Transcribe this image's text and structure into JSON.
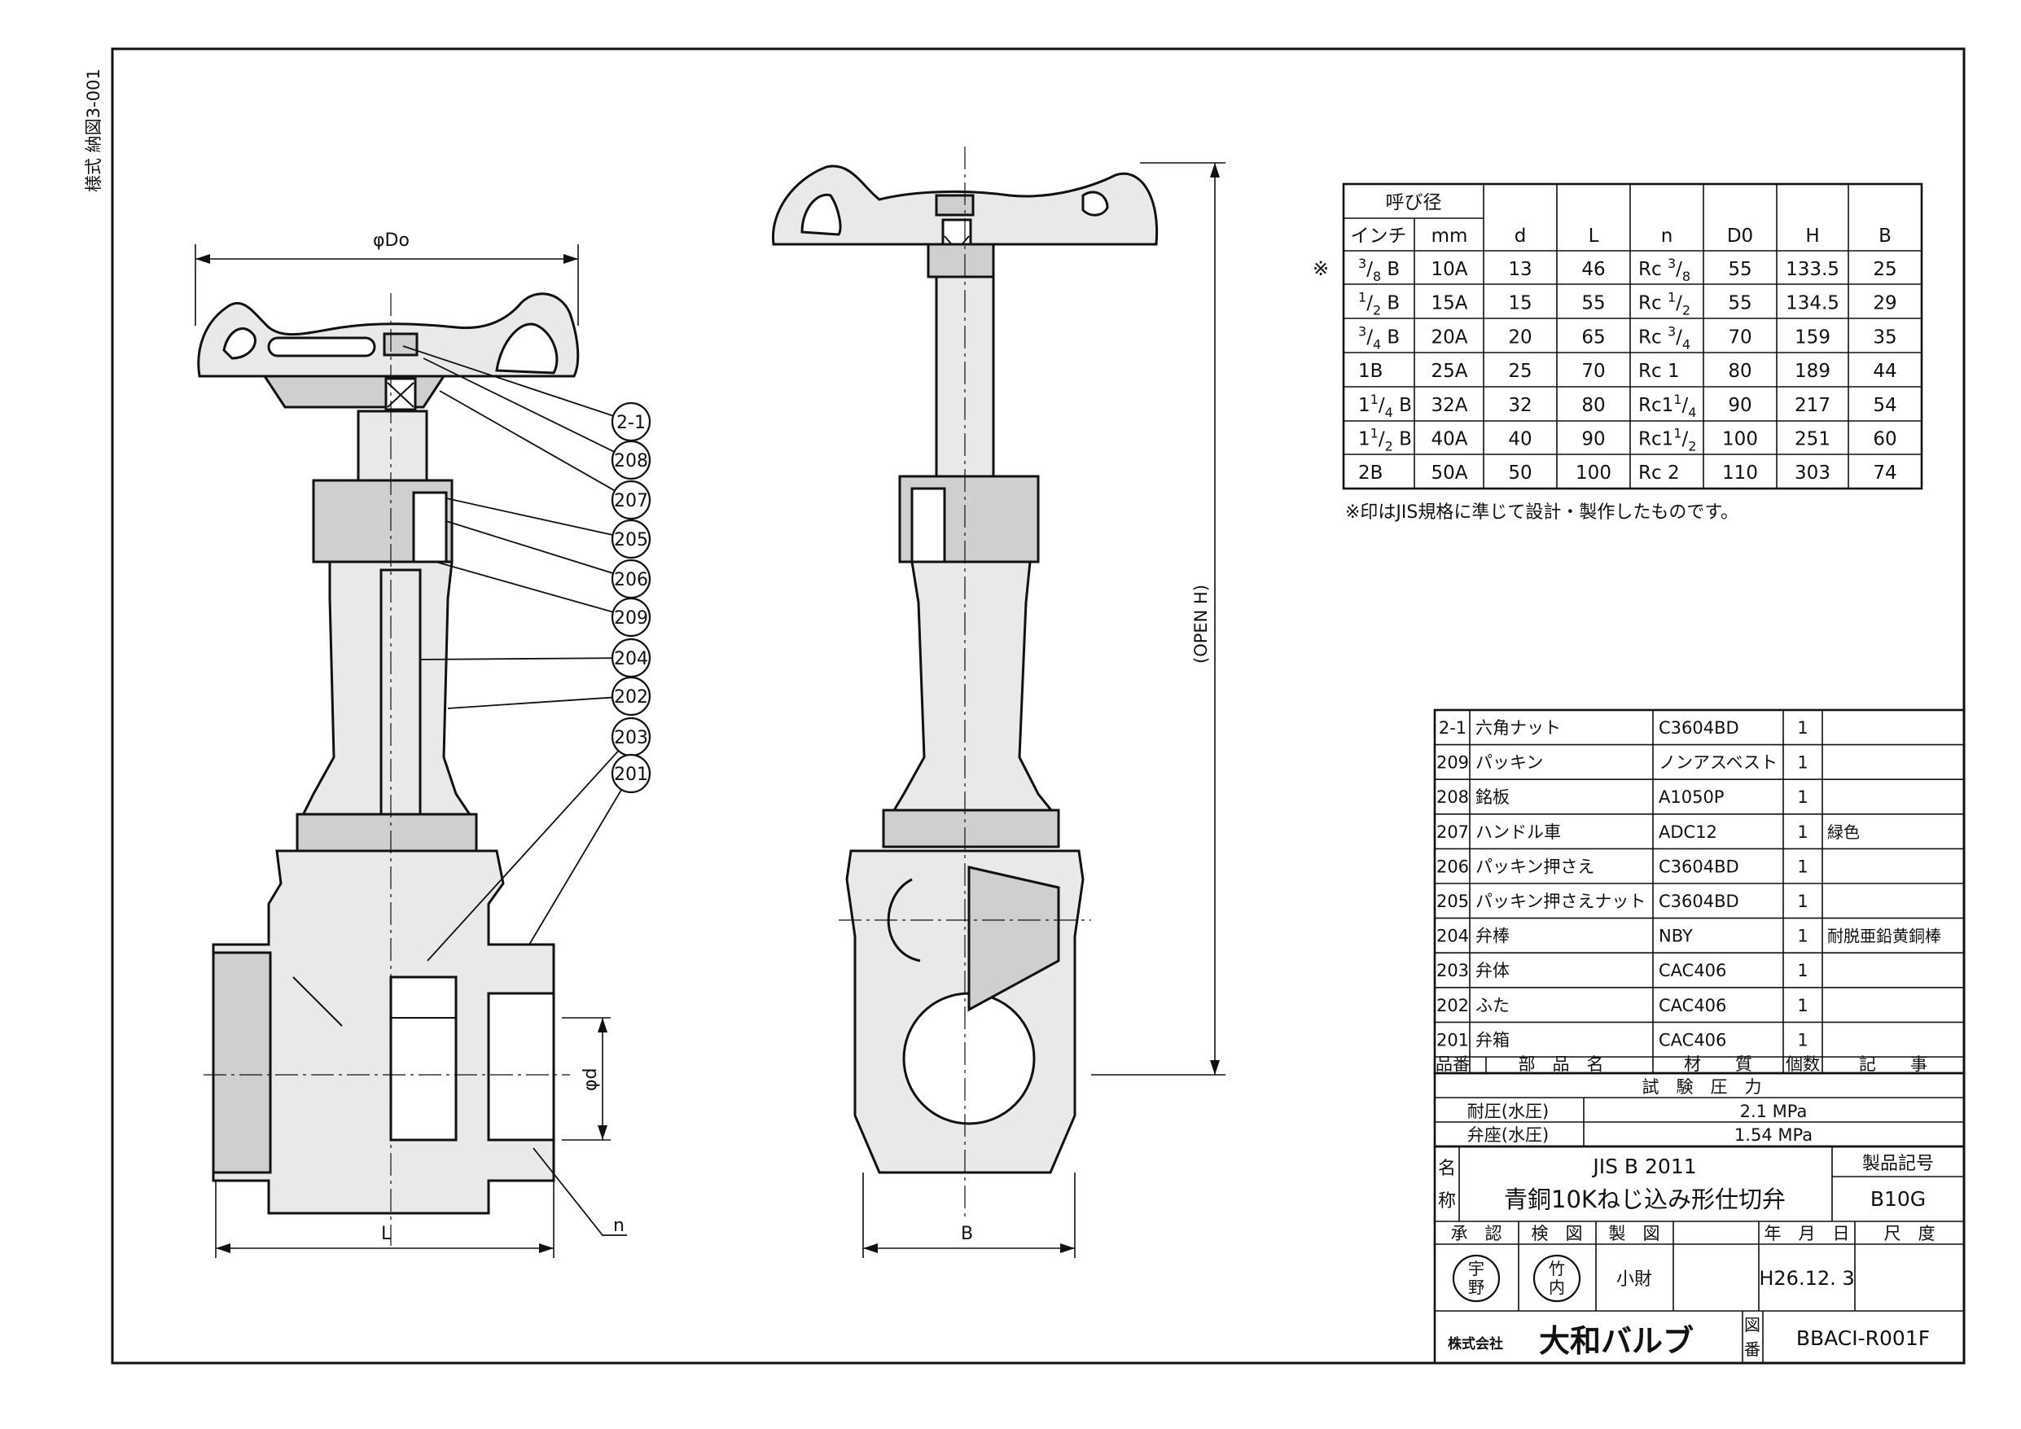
{
  "side_label": "様式 納図3-001",
  "front_view": {
    "dim_do": "φDo",
    "dim_d": "φd",
    "dim_l": "L",
    "dim_n": "n",
    "balloons": [
      "2-1",
      "208",
      "207",
      "205",
      "206",
      "209",
      "204",
      "202",
      "203",
      "201"
    ]
  },
  "side_view": {
    "dim_b": "B",
    "dim_open_h": "(OPEN H)"
  },
  "dimension_table": {
    "group_header": "呼び径",
    "sub_headers": [
      "インチ",
      "mm"
    ],
    "headers": [
      "d",
      "L",
      "n",
      "D0",
      "H",
      "B"
    ],
    "mark": "※",
    "rows": [
      {
        "inch_whole": "",
        "inch_num": "3",
        "inch_den": "8",
        "inch_suffix": " B",
        "mm": "10A",
        "d": "13",
        "L": "46",
        "n_prefix": "Rc ",
        "n_whole": "",
        "n_num": "3",
        "n_den": "8",
        "D0": "55",
        "H": "133.5",
        "B": "25",
        "mark": true
      },
      {
        "inch_whole": "",
        "inch_num": "1",
        "inch_den": "2",
        "inch_suffix": " B",
        "mm": "15A",
        "d": "15",
        "L": "55",
        "n_prefix": "Rc ",
        "n_whole": "",
        "n_num": "1",
        "n_den": "2",
        "D0": "55",
        "H": "134.5",
        "B": "29",
        "mark": false
      },
      {
        "inch_whole": "",
        "inch_num": "3",
        "inch_den": "4",
        "inch_suffix": " B",
        "mm": "20A",
        "d": "20",
        "L": "65",
        "n_prefix": "Rc ",
        "n_whole": "",
        "n_num": "3",
        "n_den": "4",
        "D0": "70",
        "H": "159",
        "B": "35",
        "mark": false
      },
      {
        "inch_whole": "1B",
        "inch_num": "",
        "inch_den": "",
        "inch_suffix": "",
        "mm": "25A",
        "d": "25",
        "L": "70",
        "n_prefix": "Rc 1",
        "n_whole": "",
        "n_num": "",
        "n_den": "",
        "D0": "80",
        "H": "189",
        "B": "44",
        "mark": false
      },
      {
        "inch_whole": "1",
        "inch_num": "1",
        "inch_den": "4",
        "inch_suffix": " B",
        "mm": "32A",
        "d": "32",
        "L": "80",
        "n_prefix": "Rc",
        "n_whole": "1",
        "n_num": "1",
        "n_den": "4",
        "D0": "90",
        "H": "217",
        "B": "54",
        "mark": false
      },
      {
        "inch_whole": "1",
        "inch_num": "1",
        "inch_den": "2",
        "inch_suffix": " B",
        "mm": "40A",
        "d": "40",
        "L": "90",
        "n_prefix": "Rc",
        "n_whole": "1",
        "n_num": "1",
        "n_den": "2",
        "D0": "100",
        "H": "251",
        "B": "60",
        "mark": false
      },
      {
        "inch_whole": "2B",
        "inch_num": "",
        "inch_den": "",
        "inch_suffix": "",
        "mm": "50A",
        "d": "50",
        "L": "100",
        "n_prefix": "Rc 2",
        "n_whole": "",
        "n_num": "",
        "n_den": "",
        "D0": "110",
        "H": "303",
        "B": "74",
        "mark": false
      }
    ],
    "note": "※印はJIS規格に準じて設計・製作したものです。"
  },
  "parts_list": {
    "headers": [
      "品番",
      "部　品　名",
      "材　　質",
      "個数",
      "記　　事"
    ],
    "rows": [
      {
        "no": "2-1",
        "name": "六角ナット",
        "material": "C3604BD",
        "qty": "1",
        "note": ""
      },
      {
        "no": "209",
        "name": "パッキン",
        "material": "ノンアスベスト",
        "qty": "1",
        "note": ""
      },
      {
        "no": "208",
        "name": "銘板",
        "material": "A1050P",
        "qty": "1",
        "note": ""
      },
      {
        "no": "207",
        "name": "ハンドル車",
        "material": "ADC12",
        "qty": "1",
        "note": "緑色"
      },
      {
        "no": "206",
        "name": "パッキン押さえ",
        "material": "C3604BD",
        "qty": "1",
        "note": ""
      },
      {
        "no": "205",
        "name": "パッキン押さえナット",
        "material": "C3604BD",
        "qty": "1",
        "note": ""
      },
      {
        "no": "204",
        "name": "弁棒",
        "material": "NBY",
        "qty": "1",
        "note": "耐脱亜鉛黄銅棒"
      },
      {
        "no": "203",
        "name": "弁体",
        "material": "CAC406",
        "qty": "1",
        "note": ""
      },
      {
        "no": "202",
        "name": "ふた",
        "material": "CAC406",
        "qty": "1",
        "note": ""
      },
      {
        "no": "201",
        "name": "弁箱",
        "material": "CAC406",
        "qty": "1",
        "note": ""
      }
    ]
  },
  "test_pressure": {
    "title": "試　験　圧　力",
    "rows": [
      {
        "label": "耐圧(水圧)",
        "value": "2.1 MPa"
      },
      {
        "label": "弁座(水圧)",
        "value": "1.54 MPa"
      }
    ]
  },
  "title_block": {
    "name_label_1": "名",
    "name_label_2": "称",
    "standard": "JIS B 2011",
    "product_name": "青銅10Kねじ込み形仕切弁",
    "product_code_label": "製品記号",
    "product_code": "B10G",
    "approval_headers": [
      "承　認",
      "検　図",
      "製　図",
      "年　月　日",
      "尺　度"
    ],
    "approver_seal": [
      "宇",
      "野"
    ],
    "checker_seal": [
      "竹",
      "内"
    ],
    "drafter": "小財",
    "date": "H26.12. 3",
    "scale": "",
    "company_small": "株式会社",
    "company_large": "大和バルブ",
    "drawing_no_label_1": "図",
    "drawing_no_label_2": "番",
    "drawing_no": "BBACI-R001F"
  }
}
